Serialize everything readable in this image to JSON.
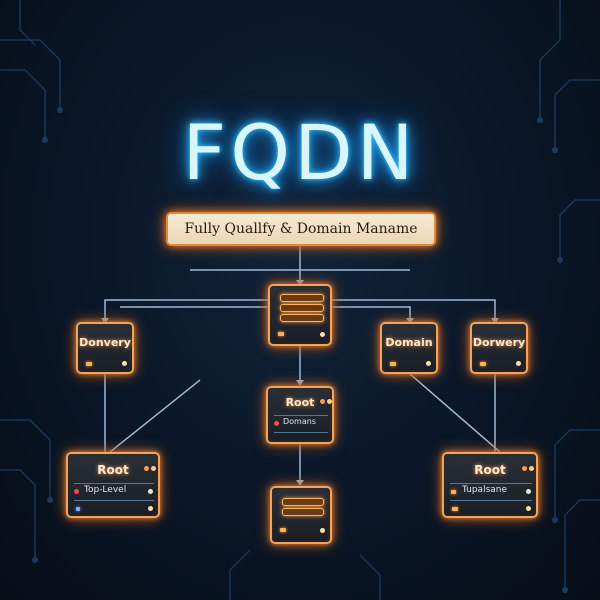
{
  "title": "FQDN",
  "subtitle": "Fully Quallfy & Domain Maname",
  "nodes": {
    "top_left": {
      "label": "Donvery"
    },
    "top_mid_right": {
      "label": "Domain"
    },
    "top_right": {
      "label": "Dorwery"
    },
    "center": {
      "label": "Root",
      "row": "Domans"
    },
    "bottom_left": {
      "label": "Root",
      "row": "Top-Level"
    },
    "bottom_right": {
      "label": "Root",
      "row": "Tupalsane"
    }
  },
  "colors": {
    "glow_orange": "#f0a460",
    "glow_blue": "#37c6ff",
    "connector": "#9fb8d8"
  }
}
